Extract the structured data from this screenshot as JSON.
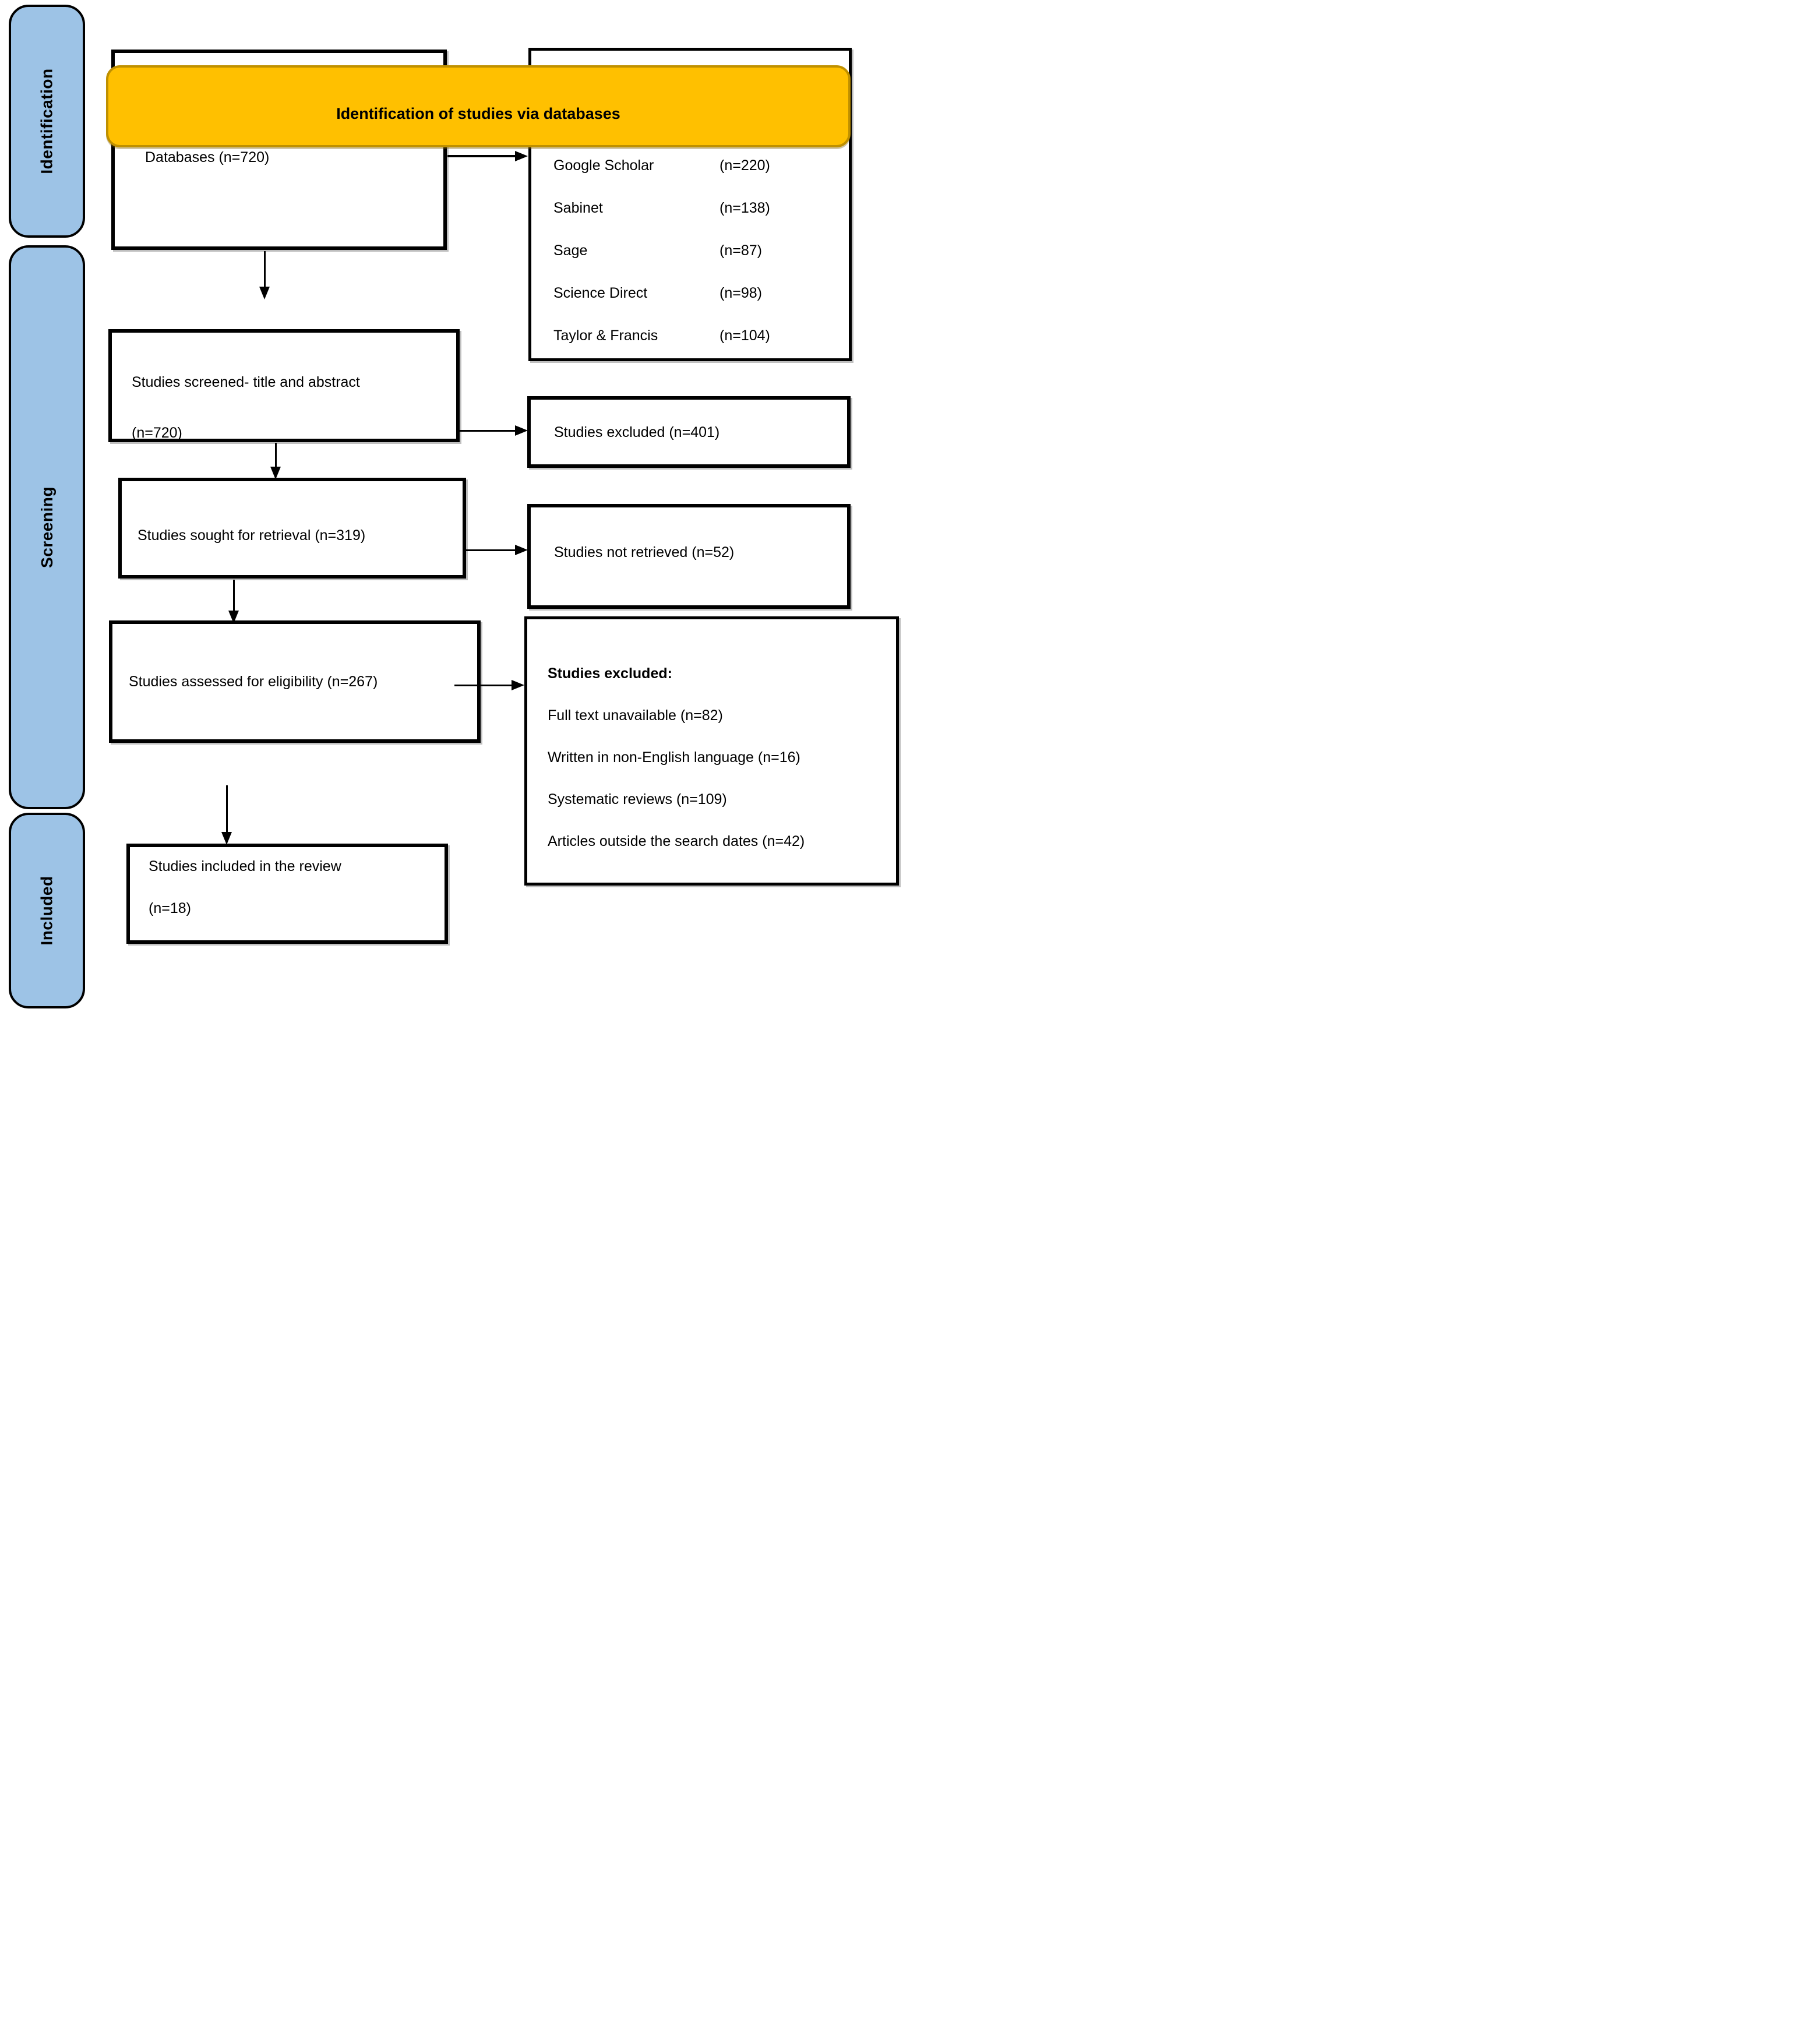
{
  "diagram_title": "PRISMA flow diagram",
  "sidebar": {
    "stages": [
      {
        "label": "Identification"
      },
      {
        "label": "Screening"
      },
      {
        "label": "Included"
      }
    ]
  },
  "banner": {
    "title": "Identification of studies via databases"
  },
  "boxes": {
    "databases": {
      "label": "Databases (n=720)"
    },
    "database_list": {
      "rows": [
        {
          "name": "Google Scholar",
          "count": "(n=220)"
        },
        {
          "name": "Sabinet",
          "count": "(n=138)"
        },
        {
          "name": "Sage",
          "count": "(n=87)"
        },
        {
          "name": "Science Direct",
          "count": "(n=98)"
        },
        {
          "name": "Taylor & Francis",
          "count": "(n=104)"
        }
      ]
    },
    "screened": {
      "line1": "Studies screened- title and abstract",
      "line2": "(n=720)"
    },
    "excluded_screening": {
      "label": "Studies excluded (n=401)"
    },
    "sought": {
      "label": "Studies sought for retrieval (n=319)"
    },
    "not_retrieved": {
      "label": "Studies not retrieved (n=52)"
    },
    "assessed": {
      "label": "Studies assessed for eligibility (n=267)"
    },
    "excluded_eligibility": {
      "heading": "Studies excluded:",
      "reasons": [
        "Full text unavailable (n=82)",
        "Written in non-English language (n=16)",
        "Systematic reviews (n=109)",
        "Articles outside the search dates (n=42)"
      ]
    },
    "included": {
      "line1": "Studies included in the review",
      "line2": "(n=18)"
    }
  },
  "colors": {
    "stage_fill": "#9DC3E6",
    "banner_fill": "#FFC000",
    "banner_border": "#BF9000",
    "box_border": "#000000",
    "background": "#FFFFFF"
  }
}
